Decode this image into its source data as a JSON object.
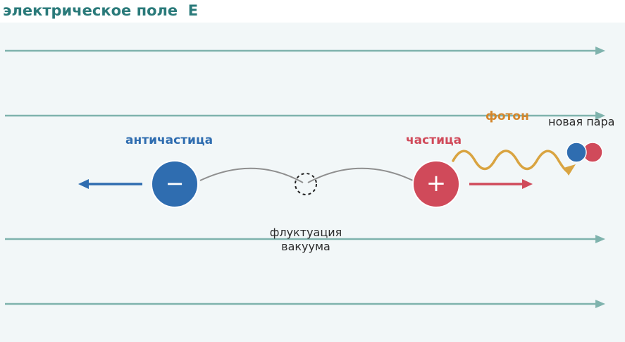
{
  "title": "электрическое поле  E",
  "labels": {
    "antiparticle": "античастица",
    "particle": "частица",
    "photon": "фотон",
    "new_pair": "новая пара",
    "fluctuation": "флуктуация вакуума"
  },
  "signs": {
    "minus": "−",
    "plus": "+"
  },
  "colors": {
    "field": "#7fb3ad",
    "antiparticle": "#2f6db0",
    "particle": "#d04a5a",
    "photon": "#d9a441",
    "title": "#2a7a7a"
  }
}
